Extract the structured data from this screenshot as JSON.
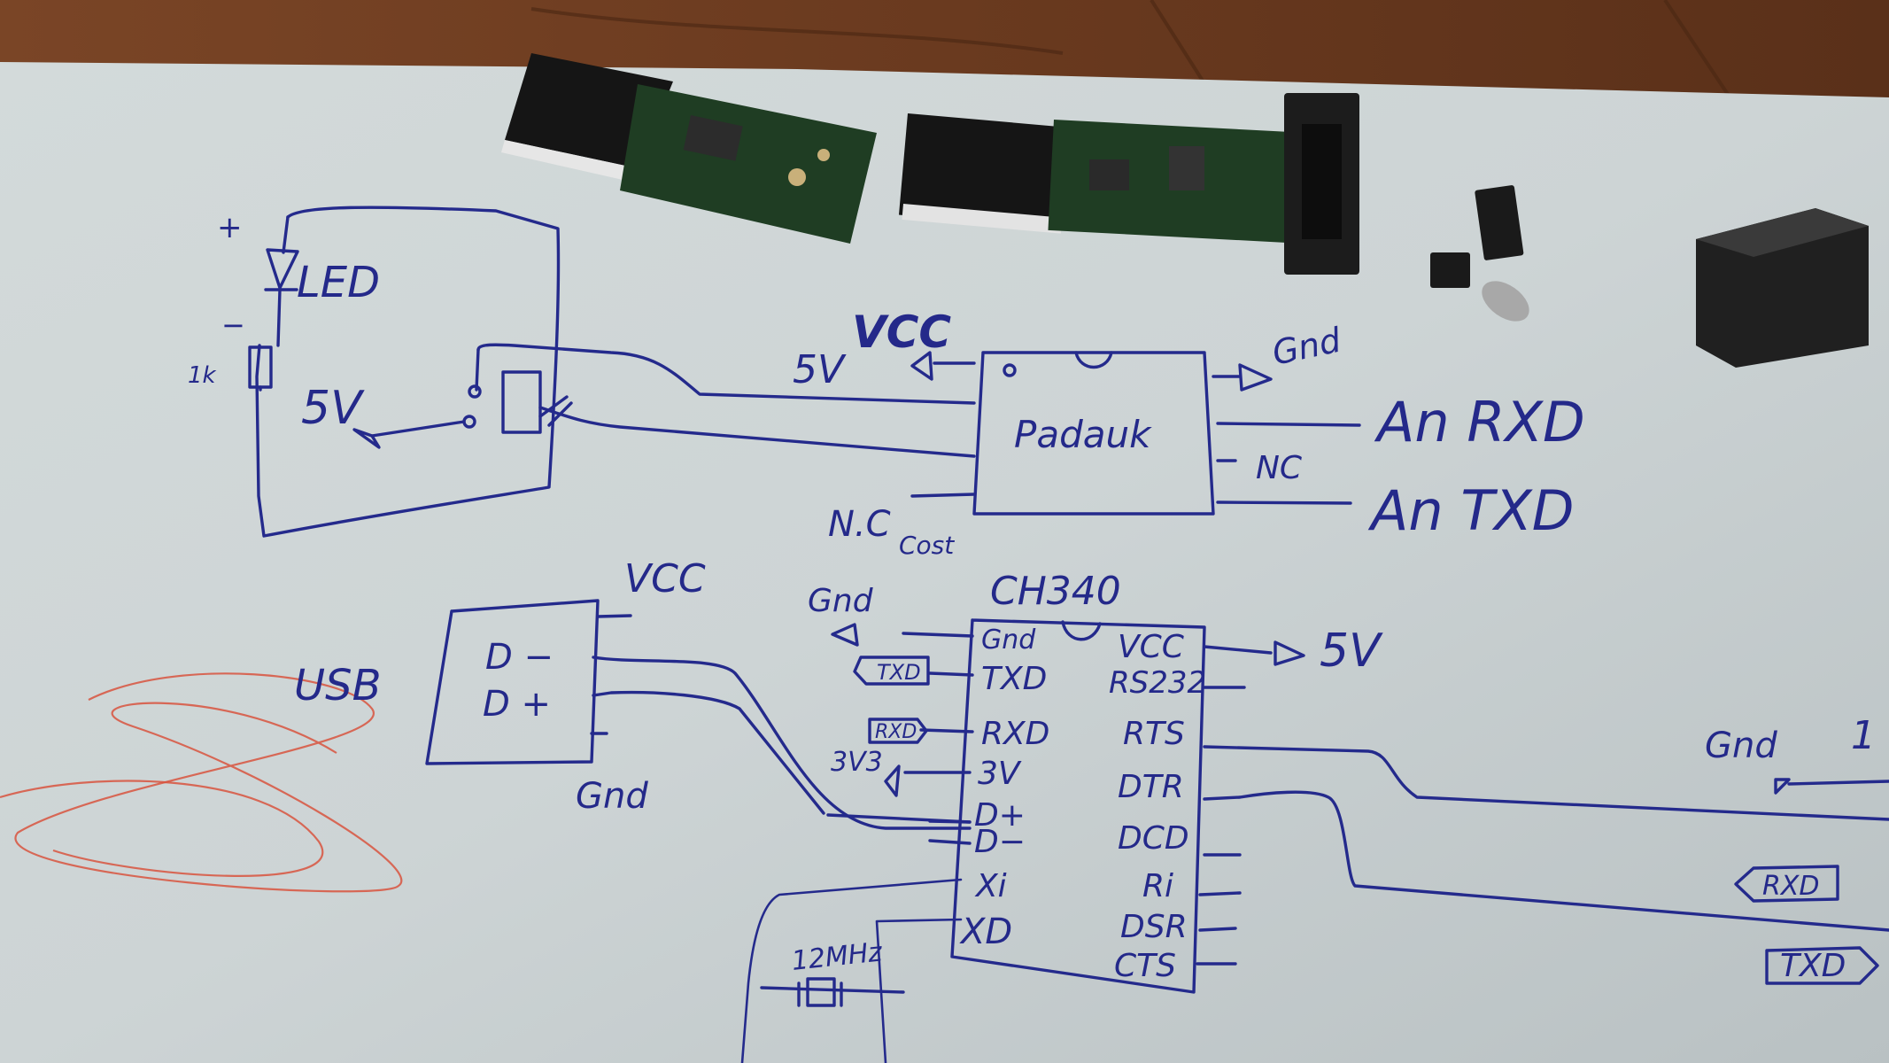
{
  "photo": {
    "description_labels": {
      "board_top": {
        "plus": "+",
        "led": "LED",
        "minus": "−",
        "resistor": "1k",
        "supply": "5V",
        "vcc_left": "5V",
        "vcc_scribble": "VCC",
        "chip": "Padauk",
        "gnd": "Gnd",
        "rxd": "An RXD",
        "nc_right": "NC",
        "txd": "An TXD",
        "nc_left": "N.C",
        "cost": "Cost"
      },
      "usb": {
        "title": "USB",
        "dminus": "D −",
        "dplus": "D +",
        "vcc": "VCC",
        "gnd": "Gnd"
      },
      "ch340": {
        "title": "CH340",
        "left_gnd": "Gnd",
        "left_txd_tag": "TXD",
        "left_rxd_tag": "RXD",
        "left_3v3": "3V3",
        "pins_left": [
          "Gnd",
          "TXD",
          "RXD",
          "3V",
          "D+",
          "D−",
          "Xi",
          "XD"
        ],
        "pins_right": [
          "VCC",
          "RS232",
          "RTS",
          "DTR",
          "DCD",
          "Ri",
          "DSR",
          "CTS"
        ],
        "out_5v": "5V",
        "crystal": "12MHz"
      },
      "right_edge": {
        "gnd": "Gnd",
        "one": "1",
        "rxd_tag": "RXD",
        "txd_tag": "TXD"
      }
    },
    "colors": {
      "ink": "#242a8c",
      "paper": "#cfd6d6",
      "table": "#6b3d22",
      "pcb": "#1f3d23",
      "red_pencil": "#d8533e"
    }
  }
}
